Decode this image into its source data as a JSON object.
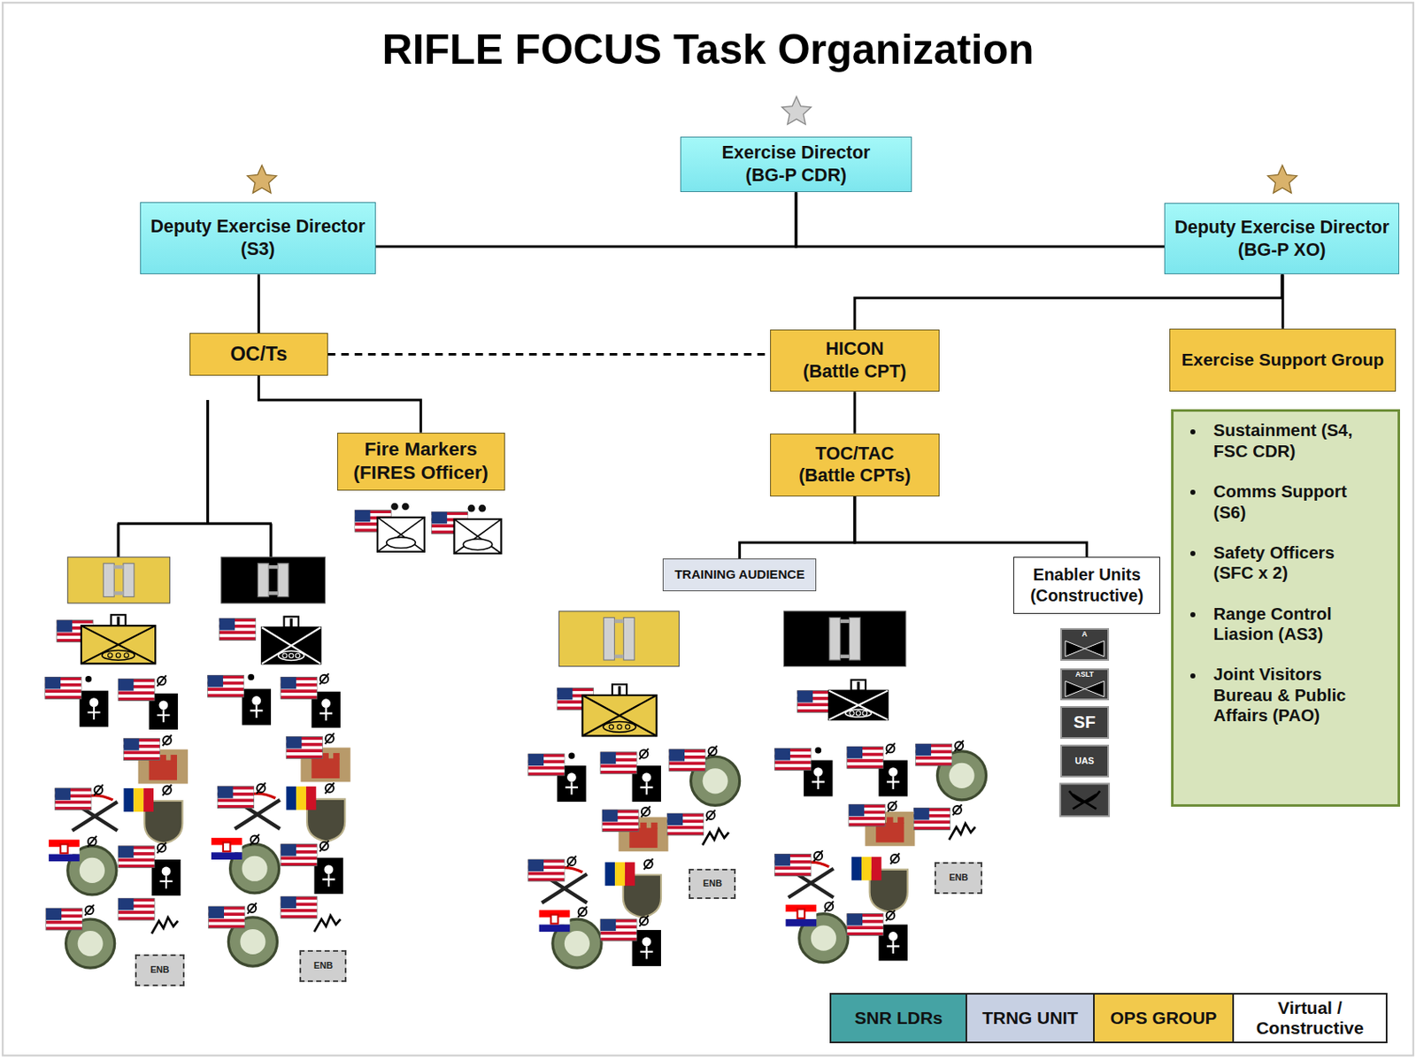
{
  "diagram": {
    "title": "RIFLE FOCUS Task Organization",
    "nodes": [
      {
        "text": [
          "Exercise Director",
          "(BG-P CDR)"
        ]
      },
      {
        "text": [
          "Deputy Exercise Director",
          "(S3)"
        ]
      },
      {
        "text": [
          "Deputy Exercise Director",
          "(BG-P XO)"
        ]
      },
      {
        "text": [
          "OC/Ts"
        ]
      },
      {
        "text": [
          "HICON",
          "(Battle CPT)"
        ]
      },
      {
        "text": [
          "Exercise Support Group"
        ]
      },
      {
        "text": [
          "Sustainment (S4, FSC CDR)",
          "Comms Support (S6)",
          "Safety Officers (SFC x 2)",
          "Range Control Liasion (AS3)",
          "Joint Visitors Bureau & Public Affairs (PAO)"
        ]
      },
      {
        "text": [
          "Fire Markers",
          "(FIRES Officer)"
        ]
      },
      {
        "text": [
          "TOC/TAC",
          "(Battle CPTs)"
        ]
      },
      {
        "text": [
          "TRAINING AUDIENCE"
        ]
      },
      {
        "text": [
          "Enabler Units",
          "(Constructive)"
        ]
      },
      {
        "text": [
          "A"
        ]
      },
      {
        "text": [
          "ASLT"
        ]
      },
      {
        "text": [
          "SF"
        ]
      },
      {
        "text": [
          "UAS"
        ]
      },
      {
        "text": [
          "ENB"
        ]
      },
      {
        "text": [
          "ENB"
        ]
      },
      {
        "text": [
          "ENB"
        ]
      },
      {
        "text": [
          "ENB"
        ]
      }
    ],
    "edges": [
      {
        "from": 0,
        "to": 1,
        "arrow": "none"
      },
      {
        "from": 0,
        "to": 2,
        "arrow": "none"
      },
      {
        "from": 1,
        "to": 3,
        "arrow": "none"
      },
      {
        "from": 3,
        "to": 4,
        "arrow": "none"
      },
      {
        "from": 3,
        "to": 7,
        "arrow": "none"
      },
      {
        "from": 2,
        "to": 4,
        "arrow": "none"
      },
      {
        "from": 2,
        "to": 5,
        "arrow": "none"
      },
      {
        "from": 4,
        "to": 8,
        "arrow": "none"
      },
      {
        "from": 8,
        "to": 9,
        "arrow": "none"
      },
      {
        "from": 8,
        "to": 10,
        "arrow": "none"
      }
    ],
    "legend": [
      {
        "text": "SNR LDRs",
        "color": "#45a3a4"
      },
      {
        "text": "TRNG UNIT",
        "color": "#c7d0e3"
      },
      {
        "text": "OPS GROUP",
        "color": "#f2c94c"
      },
      {
        "text": "Virtual / Constructive",
        "color": "#ffffff"
      }
    ]
  }
}
